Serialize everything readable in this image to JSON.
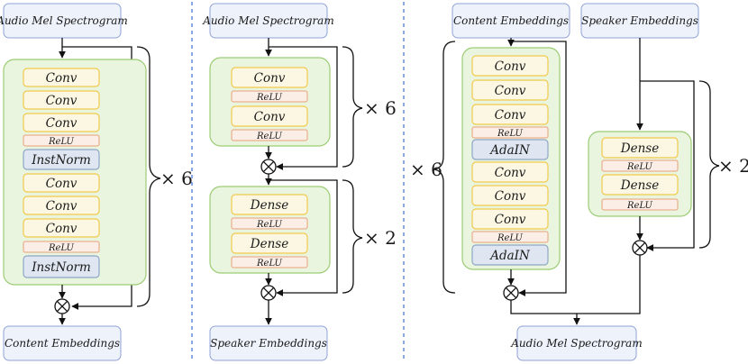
{
  "panel1": {
    "input": "Audio Mel Spectrogram",
    "layers": [
      "Conv",
      "Conv",
      "Conv",
      "ReLU",
      "InstNorm",
      "Conv",
      "Conv",
      "Conv",
      "ReLU",
      "InstNorm"
    ],
    "output": "Content Embeddings",
    "repeat": "× 6"
  },
  "panel2": {
    "input": "Audio Mel Spectrogram",
    "block1": [
      "Conv",
      "ReLU",
      "Conv",
      "ReLU"
    ],
    "repeat1": "× 6",
    "block2": [
      "Dense",
      "ReLU",
      "Dense",
      "ReLU"
    ],
    "repeat2": "× 2",
    "output": "Speaker Embeddings"
  },
  "panel3": {
    "input_content": "Content Embeddings",
    "input_speaker": "Speaker Embeddings",
    "decoder_layers": [
      "Conv",
      "Conv",
      "Conv",
      "ReLU",
      "AdaIN",
      "Conv",
      "Conv",
      "Conv",
      "ReLU",
      "AdaIN"
    ],
    "repeat_left": "× 6",
    "speaker_block": [
      "Dense",
      "ReLU",
      "Dense",
      "ReLU"
    ],
    "repeat_right": "× 2",
    "output": "Audio Mel Spectrogram"
  },
  "colors": {
    "io_box": "#eef2fb",
    "group": "#eaf5e0",
    "conv": "#fbf7e2",
    "relu": "#fbeee6",
    "norm": "#dfe6f1",
    "separator": "#3b6fd1"
  }
}
